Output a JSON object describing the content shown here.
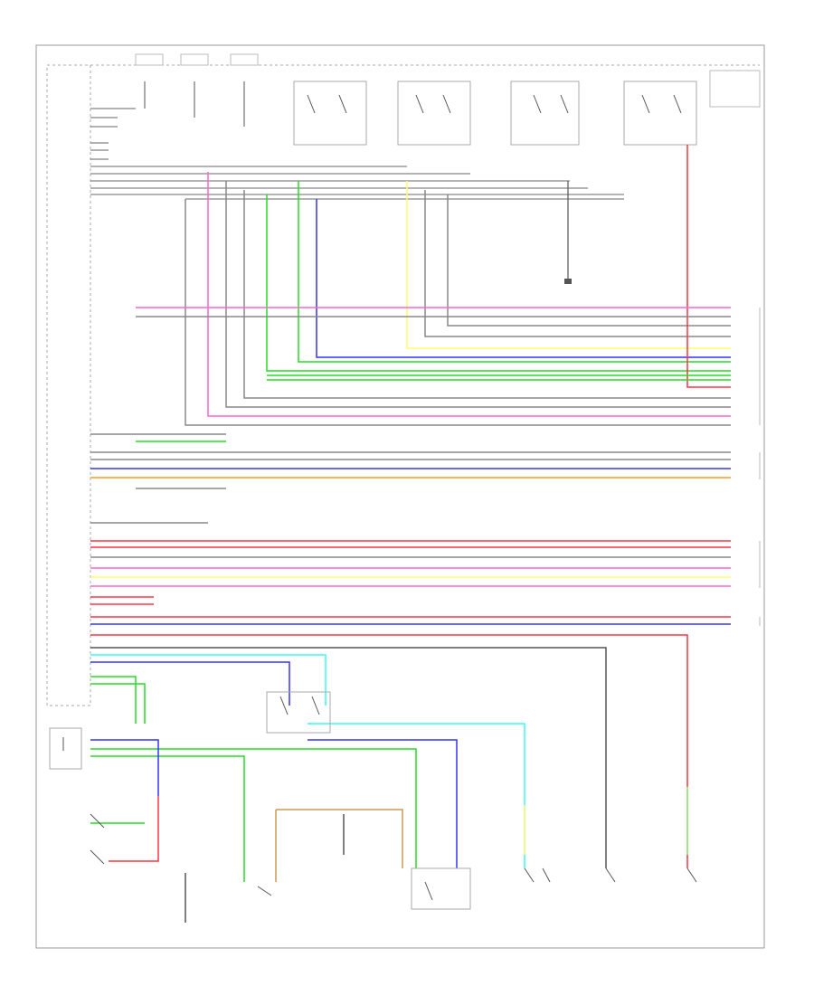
{
  "diagram": {
    "ecu_label": "",
    "corner_id": "",
    "colors": {
      "pink": "#ff66cc",
      "green": "#22dd22",
      "blue": "#3333ff",
      "yellow": "#ffff66",
      "red": "#ff3344",
      "orange": "#ff9922",
      "cyan": "#33ffee",
      "tan": "#cc9955",
      "gray": "#999999",
      "dark": "#555555",
      "light_green": "#88ff88",
      "light_gray": "#bbbbbb"
    },
    "components": [
      {
        "key": "top_fuse_1"
      },
      {
        "key": "top_fuse_2"
      },
      {
        "key": "top_fuse_3"
      },
      {
        "key": "relay_1"
      },
      {
        "key": "relay_2"
      },
      {
        "key": "switch_assembly_1"
      },
      {
        "key": "switch_assembly_2"
      },
      {
        "key": "right_note_box"
      },
      {
        "key": "ground_connector"
      },
      {
        "key": "unlock_switch_label"
      },
      {
        "key": "door_lock_relay"
      },
      {
        "key": "center_connector"
      },
      {
        "key": "passenger_door_switch"
      },
      {
        "key": "driver_door_lock_actuator"
      },
      {
        "key": "front_right_door_switch"
      },
      {
        "key": "rear_right_door_switch"
      },
      {
        "key": "rear_left_door_switch"
      },
      {
        "key": "left_lower_assembly"
      },
      {
        "key": "key_switch"
      }
    ]
  }
}
